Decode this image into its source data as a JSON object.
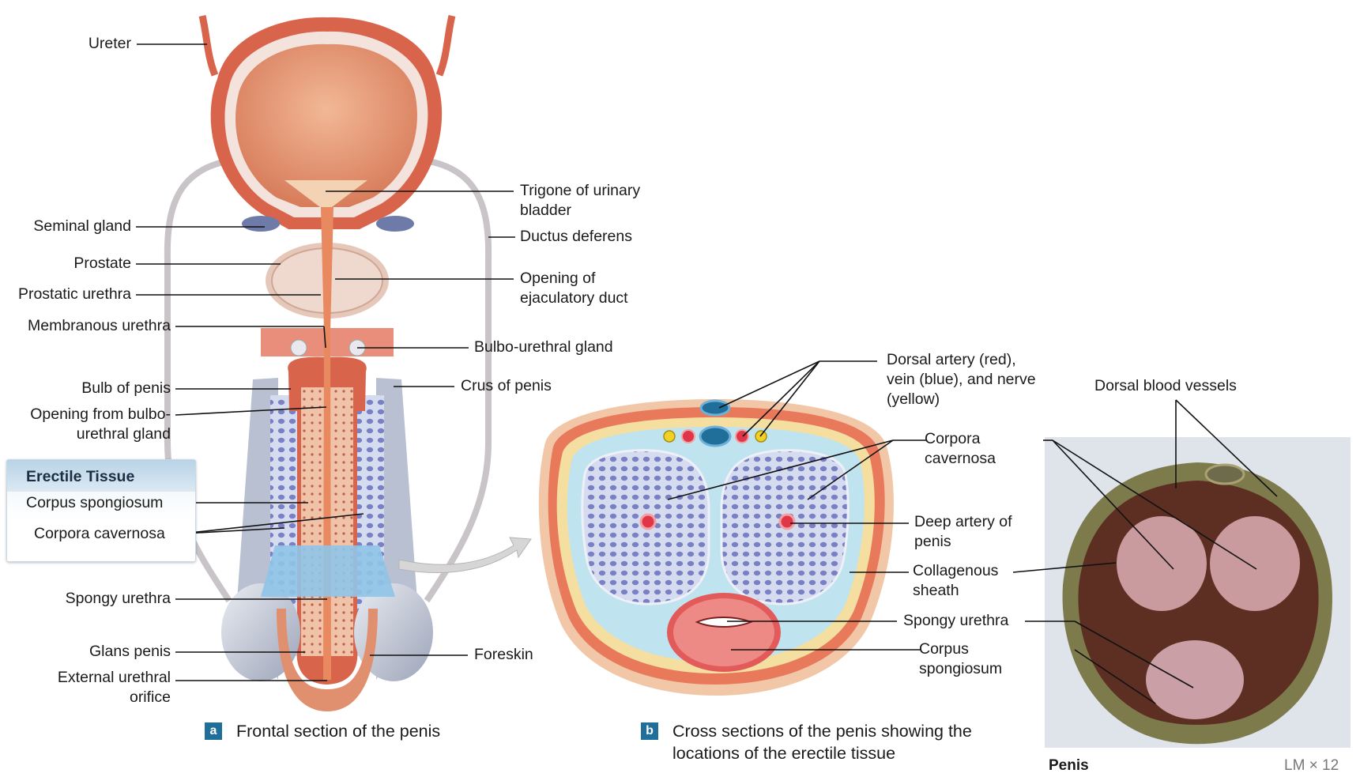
{
  "labels": {
    "ureter": "Ureter",
    "trigone": "Trigone of urinary bladder",
    "seminal_gland": "Seminal gland",
    "ductus_deferens": "Ductus deferens",
    "prostate": "Prostate",
    "opening_ejaculatory": "Opening of ejaculatory duct",
    "prostatic_urethra": "Prostatic urethra",
    "membranous_urethra": "Membranous urethra",
    "bulbo_urethral_gland": "Bulbo-urethral gland",
    "bulb_of_penis": "Bulb of penis",
    "crus_of_penis": "Crus of penis",
    "opening_bulbo": "Opening from bulbo-urethral gland",
    "spongy_urethra_a": "Spongy urethra",
    "glans_penis": "Glans penis",
    "foreskin": "Foreskin",
    "external_urethral_orifice": "External urethral orifice",
    "dorsal_artery": "Dorsal artery (red), vein (blue), and nerve (yellow)",
    "corpora_cavernosa_b": "Corpora cavernosa",
    "deep_artery": "Deep artery of penis",
    "collagenous_sheath": "Collagenous sheath",
    "spongy_urethra_b": "Spongy urethra",
    "corpus_spongiosum_b": "Corpus spongiosum",
    "dorsal_blood_vessels": "Dorsal blood vessels"
  },
  "erectile_box": {
    "title": "Erectile Tissue",
    "item1": "Corpus spongiosum",
    "item2": "Corpora cavernosa"
  },
  "captions": {
    "a_tag": "a",
    "a_text": "Frontal section of the penis",
    "b_tag": "b",
    "b_text": "Cross sections of the penis showing the locations of the erectile tissue"
  },
  "photo": {
    "label": "Penis",
    "magnification": "LM × 12"
  },
  "colors": {
    "muscle": "#d9644c",
    "bladder_inner": "#e79a78",
    "erectile_blue": "#8e93cf",
    "sheath_yellow": "#f3dc96",
    "tag_blue": "#1f6f9a"
  }
}
